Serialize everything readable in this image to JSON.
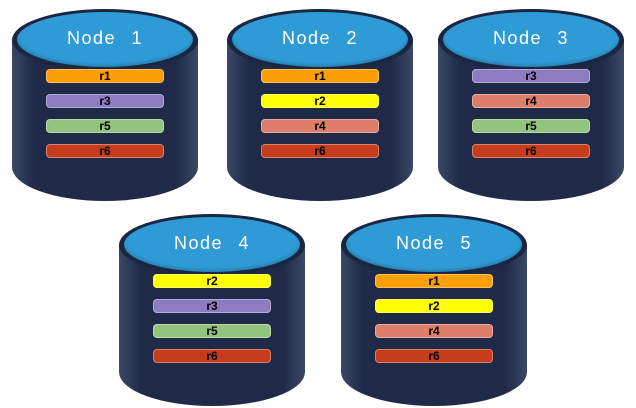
{
  "colors": {
    "background": "#FFFFFF",
    "cylinder_body": "#1E2A47",
    "cylinder_body_edge": "#3A4866",
    "cylinder_rim": "#1B2742",
    "cylinder_top_fill": "#2F9BD6",
    "title_text": "#FFFFFF",
    "bar_text": "#000000"
  },
  "replica_colors": {
    "r1": "#FC9E05",
    "r2": "#FFFF00",
    "r3": "#8E7CC3",
    "r4": "#DD7E6B",
    "r5": "#93C47D",
    "r6": "#C63D1D"
  },
  "nodes": [
    {
      "label": "Node 1",
      "replicas": [
        {
          "label": "r1",
          "color": "#FC9E05"
        },
        {
          "label": "r3",
          "color": "#8E7CC3"
        },
        {
          "label": "r5",
          "color": "#93C47D"
        },
        {
          "label": "r6",
          "color": "#C63D1D"
        }
      ]
    },
    {
      "label": "Node 2",
      "replicas": [
        {
          "label": "r1",
          "color": "#FC9E05"
        },
        {
          "label": "r2",
          "color": "#FFFF00"
        },
        {
          "label": "r4",
          "color": "#DD7E6B"
        },
        {
          "label": "r6",
          "color": "#C63D1D"
        }
      ]
    },
    {
      "label": "Node 3",
      "replicas": [
        {
          "label": "r3",
          "color": "#8E7CC3"
        },
        {
          "label": "r4",
          "color": "#DD7E6B"
        },
        {
          "label": "r5",
          "color": "#93C47D"
        },
        {
          "label": "r6",
          "color": "#C63D1D"
        }
      ]
    },
    {
      "label": "Node 4",
      "replicas": [
        {
          "label": "r2",
          "color": "#FFFF00"
        },
        {
          "label": "r3",
          "color": "#8E7CC3"
        },
        {
          "label": "r5",
          "color": "#93C47D"
        },
        {
          "label": "r6",
          "color": "#C63D1D"
        }
      ]
    },
    {
      "label": "Node 5",
      "replicas": [
        {
          "label": "r1",
          "color": "#FC9E05"
        },
        {
          "label": "r2",
          "color": "#FFFF00"
        },
        {
          "label": "r4",
          "color": "#DD7E6B"
        },
        {
          "label": "r6",
          "color": "#C63D1D"
        }
      ]
    }
  ]
}
